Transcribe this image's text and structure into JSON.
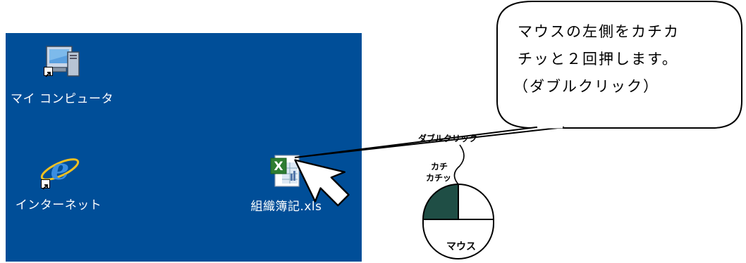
{
  "desktop": {
    "background": "#004e98",
    "icons": [
      {
        "label": "マイ コンピュータ",
        "icon": "my-computer-icon",
        "shortcut": true
      },
      {
        "label": "インターネット",
        "icon": "internet-explorer-icon",
        "shortcut": true
      },
      {
        "label": "組織簿記.xls",
        "icon": "excel-file-icon",
        "shortcut": false
      }
    ]
  },
  "callout": {
    "lines": [
      "マウスの左側をカチカ",
      "チッと２回押します。",
      "（ダブルクリック）"
    ]
  },
  "mouse_illustration": {
    "title": "ダブルクリック",
    "click_sound_1": "カチ",
    "click_sound_2": "カチッ",
    "label": "マウス"
  }
}
